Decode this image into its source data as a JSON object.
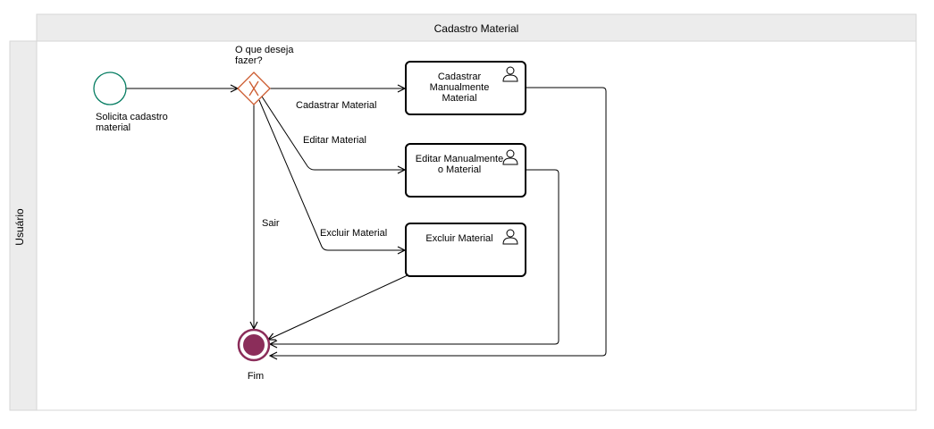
{
  "pool": {
    "title": "Cadastro Material",
    "lane_label": "Usuário"
  },
  "start_event": {
    "label_line1": "Solicita cadastro",
    "label_line2": "material",
    "color": "#067d62"
  },
  "gateway": {
    "label_line1": "O que deseja",
    "label_line2": "fazer?",
    "color": "#cc5a2e"
  },
  "tasks": {
    "cadastrar": {
      "line1": "Cadastrar",
      "line2": "Manualmente",
      "line3": "Material",
      "icon": "user-icon"
    },
    "editar": {
      "line1": "Editar Manualmente",
      "line2": "o Material",
      "icon": "user-icon"
    },
    "excluir": {
      "line1": "Excluir Material",
      "icon": "user-icon"
    }
  },
  "flows": {
    "cadastrar": "Cadastrar Material",
    "editar": "Editar Material",
    "excluir": "Excluir Material",
    "sair": "Sair"
  },
  "end_event": {
    "label": "Fim",
    "color": "#8b2d5a"
  }
}
